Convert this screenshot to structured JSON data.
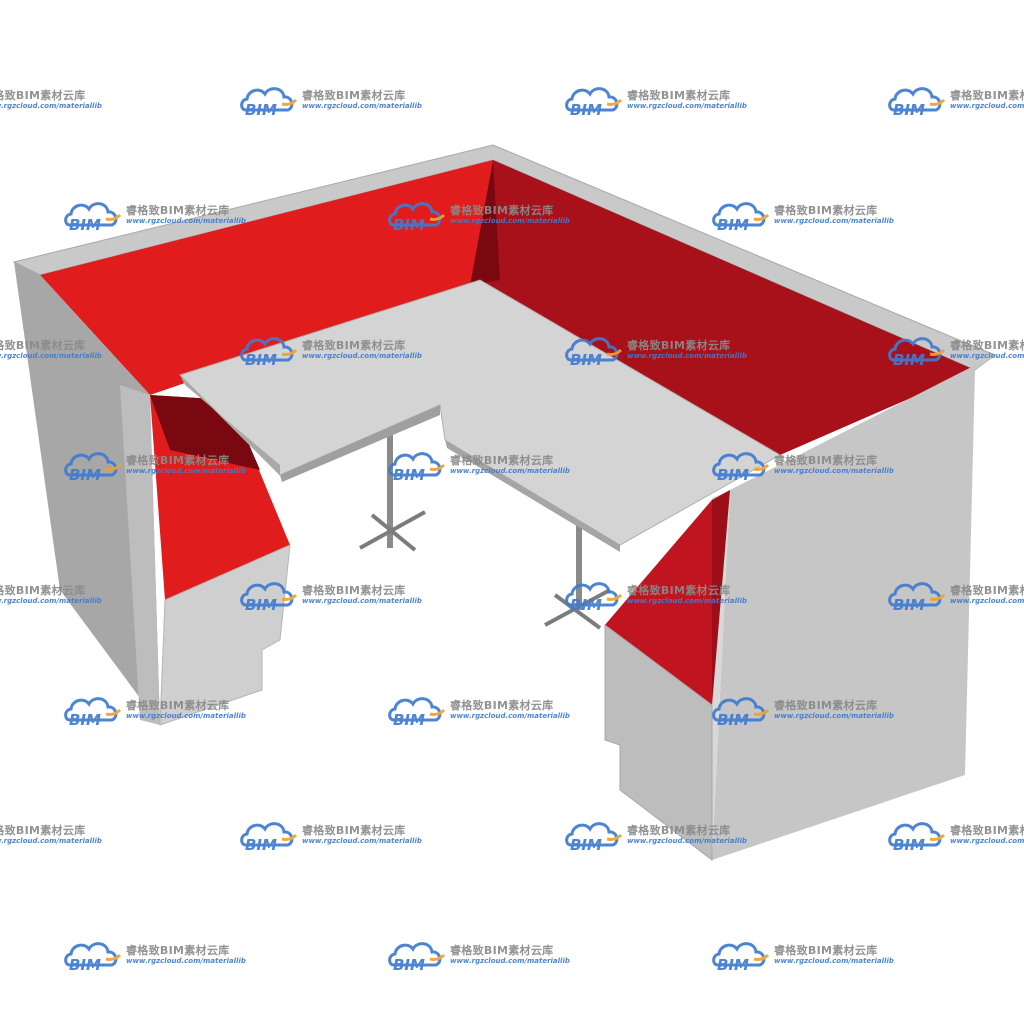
{
  "watermark": {
    "logo_text": "BIM",
    "title": "睿格致BIM素材云库",
    "url": "www.rgzcloud.com/materiallib",
    "logo_color": "#3f7bd0",
    "accent_color": "#f0a030"
  },
  "colors": {
    "booth_red": "#e01c1c",
    "booth_red_dark": "#8c0a12",
    "booth_grey": "#c4c4c4",
    "booth_grey_dark": "#9a9a9a",
    "table_top": "#d2d2d2",
    "table_leg": "#8a8a8a"
  }
}
